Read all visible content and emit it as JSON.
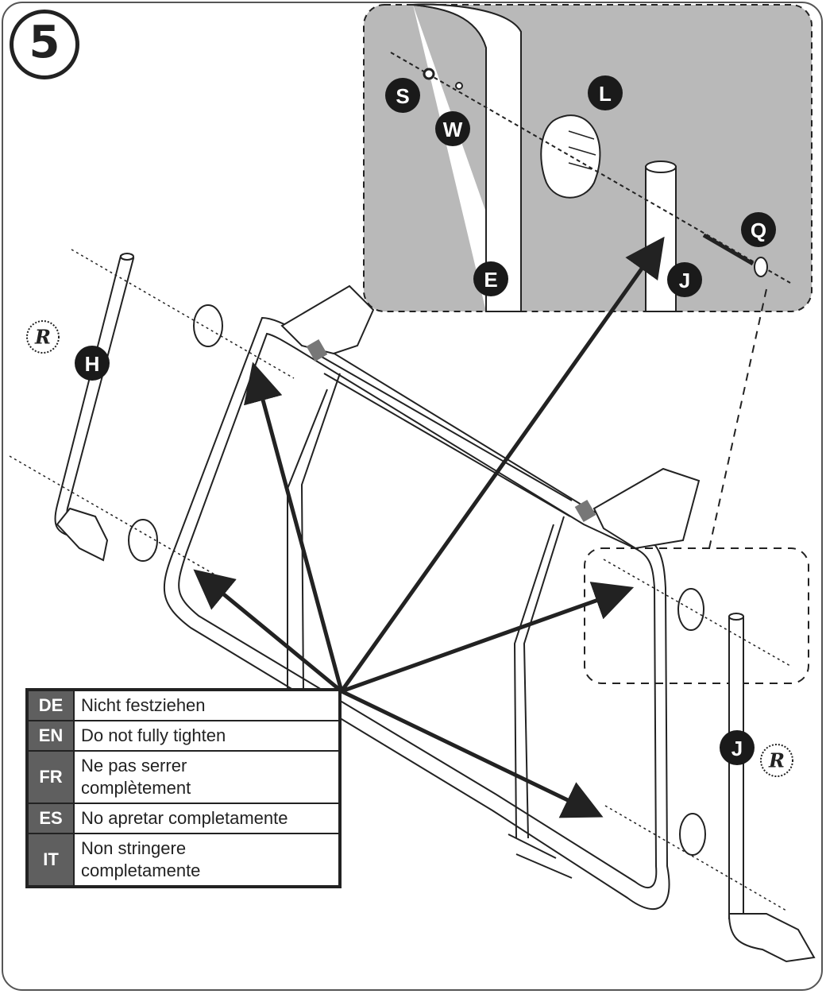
{
  "step": "5",
  "parts": {
    "S": "S",
    "W": "W",
    "L": "L",
    "E": "E",
    "J": "J",
    "Q": "Q",
    "H": "H",
    "R": "R"
  },
  "legend": [
    {
      "code": "DE",
      "text": "Nicht festziehen"
    },
    {
      "code": "EN",
      "text": "Do not fully tighten"
    },
    {
      "code": "FR",
      "text": "Ne pas serrer\ncomplètement"
    },
    {
      "code": "ES",
      "text": "No apretar completamente"
    },
    {
      "code": "IT",
      "text": "Non stringere\ncompletamente"
    }
  ],
  "colors": {
    "inset_background": "#b9b9b9",
    "label_fill": "#1a1a1a",
    "legend_code_fill": "#5f5f5f",
    "line": "#222222"
  }
}
